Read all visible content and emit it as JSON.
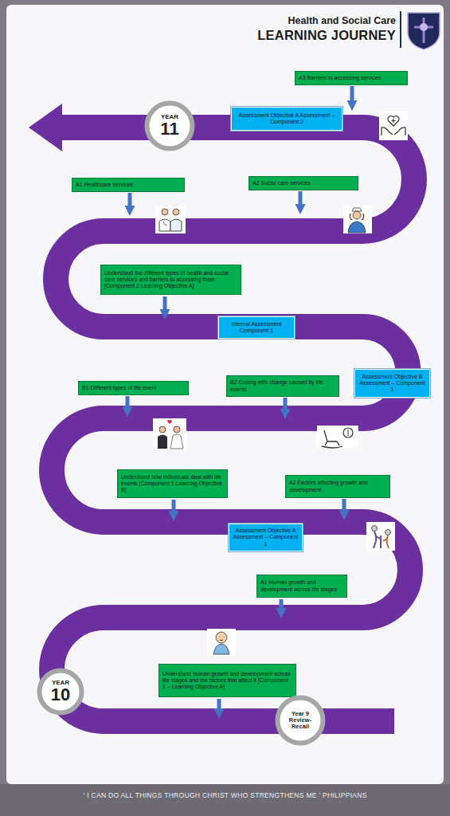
{
  "diagram": {
    "title": "Health and Social Care",
    "caption": "‘ I CAN DO ALL THINGS THROUGH CHRIST WHO STRENGTHENS ME ’ PHILIPPIANS",
    "nodes": [
      {
        "text": [
          "A3 Barriers to accessing services"
        ]
      },
      {
        "text": [
          "YEAR",
          "11"
        ]
      },
      {
        "text": [
          "Assessment Objective A Assessment – Component 2"
        ]
      },
      {
        "text": [
          "A1 Healthcare services"
        ]
      },
      {
        "text": [
          "A2 Social care services"
        ]
      },
      {
        "text": [
          "Understand the different types of health and social care services and barriers to accessing them [Component 2 Learning Objective A]"
        ]
      },
      {
        "text": [
          "Internal Assessment Component 1"
        ]
      },
      {
        "text": [
          "Assessment Objective B Assessment – Component 1"
        ]
      },
      {
        "text": [
          "B1 Different types of life event"
        ]
      },
      {
        "text": [
          "B2 Coping with change caused by life events"
        ]
      },
      {
        "text": [
          "Understand how individuals deal with life events [Component 1 Learning Objective B]"
        ]
      },
      {
        "text": [
          "A2 Factors affecting growth and development"
        ]
      },
      {
        "text": [
          "Assessment Objective A Assessment – Component 1"
        ]
      },
      {
        "text": [
          "A1 Human growth and development across life stages"
        ]
      },
      {
        "text": [
          "Understand human growth and development across life stages and the factors that affect it [Component 1 – Learning Objective A]"
        ]
      },
      {
        "text": [
          "YEAR",
          "10"
        ]
      },
      {
        "text": [
          "Year 9 Review-Recall"
        ]
      }
    ],
    "labels": [
      "LEARNING JOURNEY"
    ]
  }
}
